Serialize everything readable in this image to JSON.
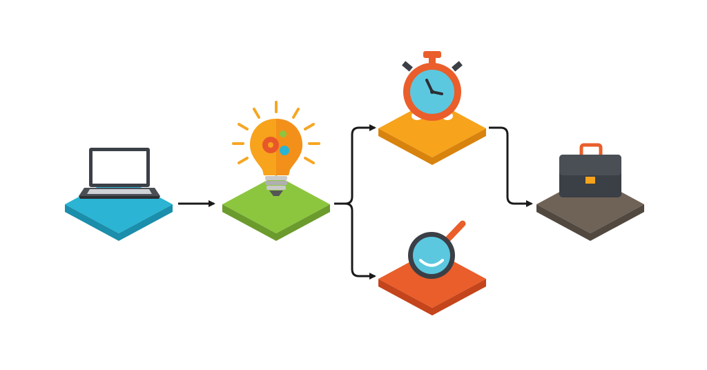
{
  "diagram": {
    "nodes": [
      {
        "id": "laptop",
        "icon": "laptop-icon",
        "top_color": "#2bb4d3",
        "side_color": "#1b8eab"
      },
      {
        "id": "idea",
        "icon": "lightbulb-icon",
        "top_color": "#8cc63f",
        "side_color": "#6b9b2d"
      },
      {
        "id": "time",
        "icon": "stopwatch-icon",
        "top_color": "#f7a31c",
        "side_color": "#d8830d"
      },
      {
        "id": "research",
        "icon": "magnifier-icon",
        "top_color": "#e95e2b",
        "side_color": "#c4441b"
      },
      {
        "id": "business",
        "icon": "briefcase-icon",
        "top_color": "#6f6357",
        "side_color": "#51483f"
      }
    ],
    "edges": [
      {
        "from": "laptop",
        "to": "idea"
      },
      {
        "from": "idea",
        "to": "time"
      },
      {
        "from": "idea",
        "to": "research"
      },
      {
        "from": "time",
        "to": "business"
      }
    ],
    "arrow_color": "#1a1a1a"
  }
}
